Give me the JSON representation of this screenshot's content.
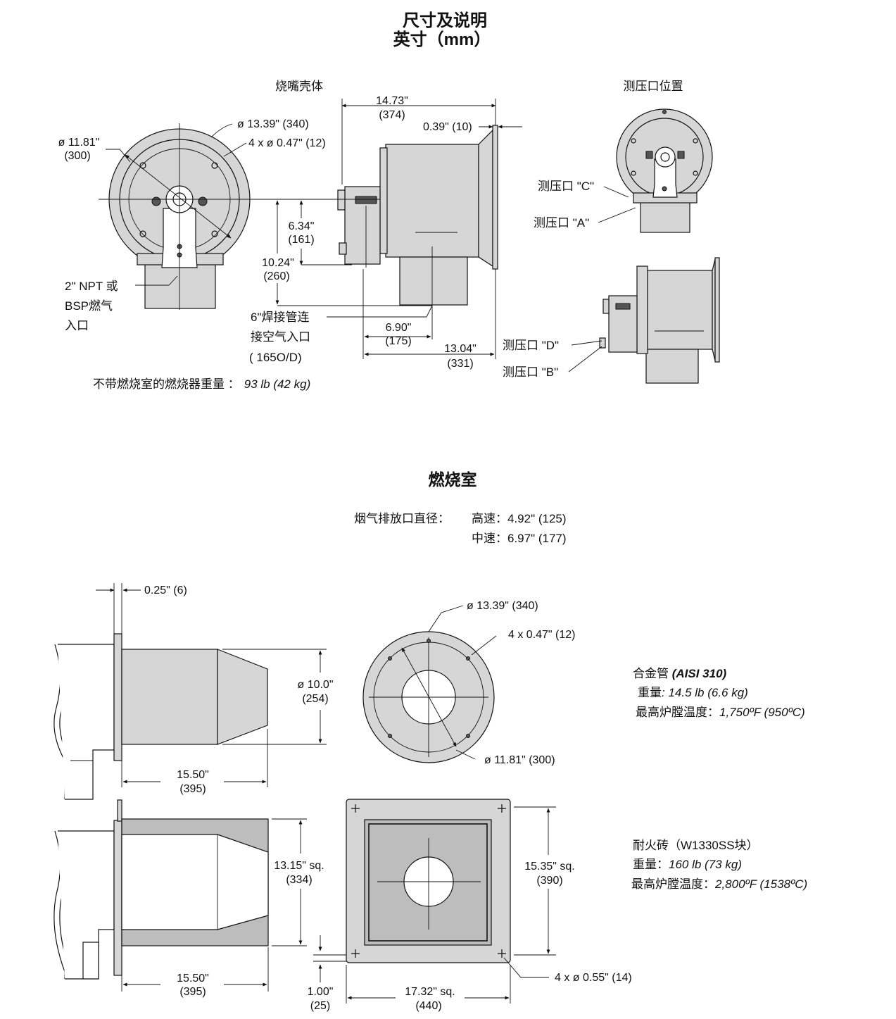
{
  "title_line1": "尺寸及说明",
  "title_line2": "英寸（mm）",
  "section1": {
    "housing_label": "烧嘴壳体",
    "ports_label": "测压口位置",
    "dim_dia_outer": "ø 13.39\" (340)",
    "dim_bolt_holes": "4 x ø 0.47\" (12)",
    "dim_dia_inner_in": "ø 11.81\"",
    "dim_dia_inner_mm": "(300)",
    "gas_inlet_1": "2\" NPT 或",
    "gas_inlet_2": "BSP燃气",
    "gas_inlet_3": "入口",
    "dim_len_total_in": "14.73\"",
    "dim_len_total_mm": "(374)",
    "dim_flange": "0.39\" (10)",
    "dim_h1_in": "6.34\"",
    "dim_h1_mm": "(161)",
    "dim_h2_in": "10.24\"",
    "dim_h2_mm": "(260)",
    "air_inlet_1": "6\"焊接管连",
    "air_inlet_2": "接空气入口",
    "air_inlet_3": "( 165O/D)",
    "dim_air_in": "6.90\"",
    "dim_air_mm": "(175)",
    "dim_body_in": "13.04\"",
    "dim_body_mm": "(331)",
    "port_c": "测压口 \"C\"",
    "port_a": "测压口 \"A\"",
    "port_d": "测压口 \"D\"",
    "port_b": "测压口 \"B\"",
    "weight_label": "不带燃烧室的燃烧器重量 ：",
    "weight_value": "93 lb (42 kg)"
  },
  "section2": {
    "heading": "燃烧室",
    "exhaust_label": "烟气排放口直径：",
    "high_speed": "高速：4.92\" (125)",
    "mid_speed": "中速：6.97\" (177)",
    "dim_flange_thk": "0.25\" (6)",
    "dim_tube_dia_in": "ø 10.0\"",
    "dim_tube_dia_mm": "(254)",
    "dim_tube_len_in": "15.50\"",
    "dim_tube_len_mm": "(395)",
    "dim_ring_outer": "ø 13.39\" (340)",
    "dim_ring_holes": "4 x 0.47\" (12)",
    "dim_ring_inner": "ø 11.81\" (300)",
    "alloy_label": "合金管 ",
    "alloy_spec": "(AISI 310)",
    "alloy_weight_label": "重量",
    "alloy_weight_value": ": 14.5 lb (6.6 kg)",
    "alloy_temp_label": "最高炉膛温度：",
    "alloy_temp_value": "1,750ºF (950ºC)",
    "dim_block_h_in": "13.15\" sq.",
    "dim_block_h_mm": "(334)",
    "dim_block_len_in": "15.50\"",
    "dim_block_len_mm": "(395)",
    "dim_offset_in": "1.00\"",
    "dim_offset_mm": "(25)",
    "dim_plate_w_in": "17.32\" sq.",
    "dim_plate_w_mm": "(440)",
    "dim_plate_h_in": "15.35\" sq.",
    "dim_plate_h_mm": "(390)",
    "dim_plate_holes": "4 x ø 0.55\" (14)",
    "brick_label": "耐火砖（W1330SS块）",
    "brick_weight_label": "重量：",
    "brick_weight_value": "160 lb (73 kg)",
    "brick_temp_label": "最高炉膛温度：",
    "brick_temp_value": "2,800ºF (1538ºC)"
  }
}
